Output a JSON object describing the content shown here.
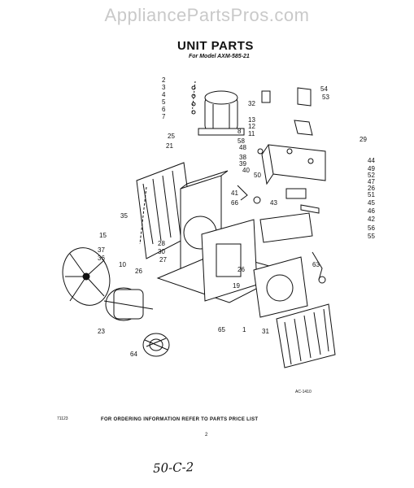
{
  "header": {
    "site": "AppliancePartsPros.com"
  },
  "title": "UNIT PARTS",
  "subtitle": "For Model AXM-585-21",
  "callouts": [
    "2",
    "3",
    "4",
    "5",
    "6",
    "7",
    "8",
    "32",
    "12",
    "11",
    "13",
    "54",
    "53",
    "29",
    "58",
    "48",
    "38",
    "39",
    "40",
    "50",
    "41",
    "44",
    "49",
    "52",
    "47",
    "26",
    "51",
    "45",
    "46",
    "42",
    "25",
    "21",
    "66",
    "43",
    "56",
    "55",
    "63",
    "35",
    "15",
    "37",
    "36",
    "10",
    "28",
    "30",
    "27",
    "26",
    "26",
    "19",
    "23",
    "64",
    "65",
    "1",
    "31"
  ],
  "footer": {
    "code": "AC-1410",
    "left_code": "71123",
    "note": "FOR ORDERING INFORMATION REFER TO PARTS PRICE LIST",
    "page": "2",
    "handwritten": "50-C-2"
  }
}
